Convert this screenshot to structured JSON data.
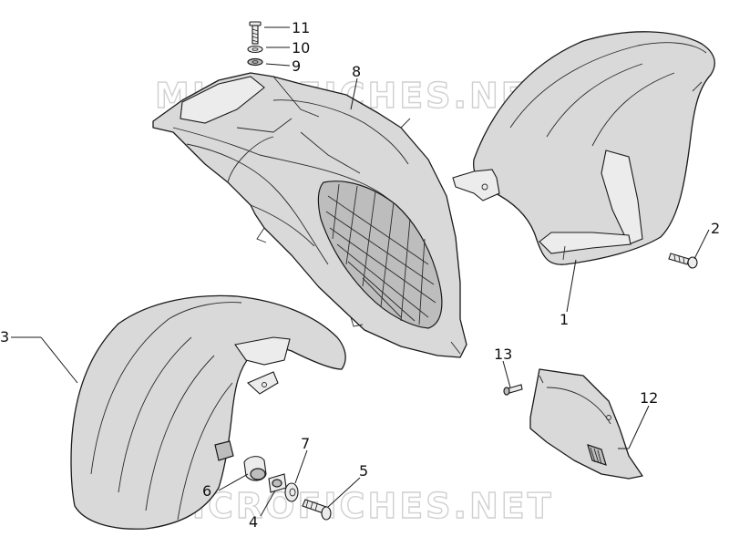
{
  "watermark": {
    "text_top": "MICROFICHES.NET",
    "text_bottom": "MICROFICHES.NET"
  },
  "callouts": {
    "c1": "1",
    "c2": "2",
    "c3": "3",
    "c4": "4",
    "c5": "5",
    "c6": "6",
    "c7": "7",
    "c8": "8",
    "c9": "9",
    "c10": "10",
    "c11": "11",
    "c12": "12",
    "c13": "13"
  },
  "colors": {
    "line": "#1a1a1a",
    "fill": "#d9d9d9",
    "watermark": "#d0d0d0",
    "background": "#ffffff"
  }
}
